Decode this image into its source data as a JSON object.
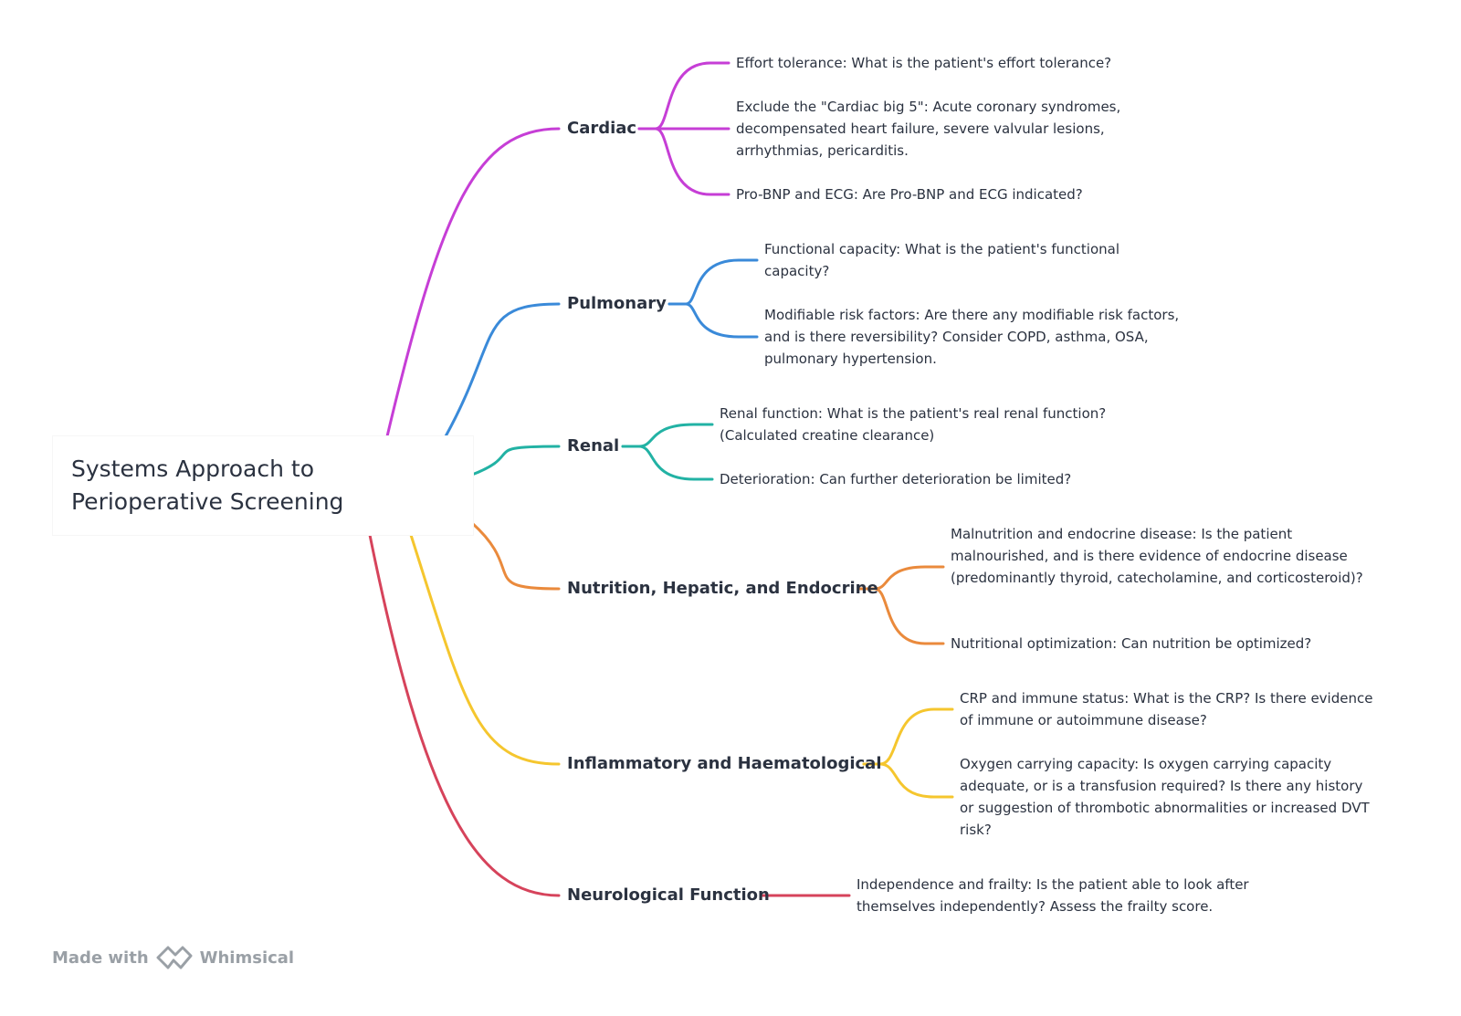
{
  "root": {
    "title": "Systems Approach to Perioperative Screening"
  },
  "branches": [
    {
      "label": "Cardiac",
      "color": "#c63ed6",
      "leaves": [
        "Effort tolerance: What is the patient's effort tolerance?",
        "Exclude the \"Cardiac big 5\": Acute coronary syndromes, decompensated heart failure, severe valvular lesions, arrhythmias, pericarditis.",
        "Pro-BNP and ECG: Are Pro-BNP and ECG indicated?"
      ]
    },
    {
      "label": "Pulmonary",
      "color": "#3a8ad9",
      "leaves": [
        "Functional capacity: What is the patient's functional capacity?",
        "Modifiable risk factors: Are there any modifiable risk factors, and is there reversibility? Consider COPD, asthma, OSA, pulmonary hypertension."
      ]
    },
    {
      "label": "Renal",
      "color": "#22b2a4",
      "leaves": [
        "Renal function: What is the patient's real renal function? (Calculated creatine clearance)",
        "Deterioration: Can further deterioration be limited?"
      ]
    },
    {
      "label": "Nutrition, Hepatic, and Endocrine",
      "color": "#ea8a3c",
      "leaves": [
        "Malnutrition and endocrine disease: Is the patient malnourished, and is there evidence of endocrine disease (predominantly thyroid, catecholamine, and corticosteroid)?",
        "Nutritional optimization: Can nutrition be optimized?"
      ]
    },
    {
      "label": "Inflammatory and Haematological",
      "color": "#f5c62e",
      "leaves": [
        "CRP and immune status: What is the CRP? Is there evidence of immune or autoimmune disease?",
        "Oxygen carrying capacity: Is oxygen carrying capacity adequate, or is a transfusion required? Is there any history or suggestion of thrombotic abnormalities or increased DVT risk?"
      ]
    },
    {
      "label": "Neurological Function",
      "color": "#d6435b",
      "leaves": [
        "Independence and frailty: Is the patient able to look after themselves independently? Assess the frailty score."
      ]
    }
  ],
  "footer": {
    "made_with": "Made with",
    "brand": "Whimsical",
    "logo_icon": "whimsical-logo-icon",
    "logo_color": "#9aa0a6"
  }
}
